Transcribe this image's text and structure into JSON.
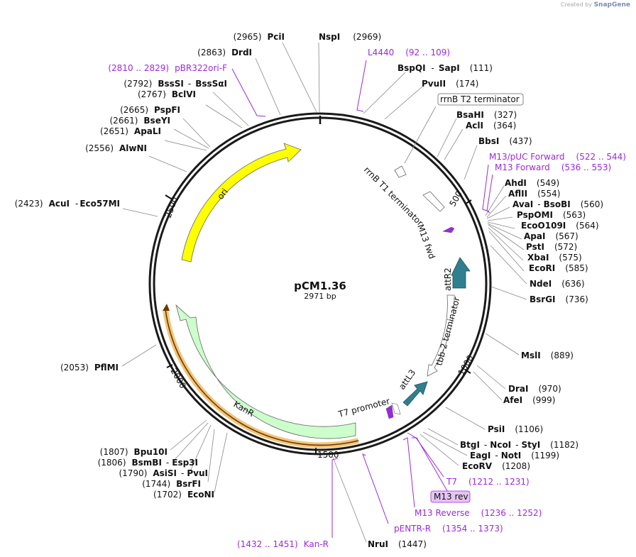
{
  "credit": {
    "created_by": "Created by",
    "brand": "SnapGene"
  },
  "plasmid": {
    "name": "pCM1.36",
    "size": "2971 bp"
  },
  "ticks": [
    "500",
    "1000",
    "1500",
    "2000",
    "2500"
  ],
  "features": {
    "ori": "ori",
    "kanr": "KanR",
    "attr2": "attR2",
    "tbb2": "tbb-2 terminator",
    "attl3": "attL3",
    "t7prom": "T7 promoter",
    "m13fwd": "M13 fwd",
    "rrnbt1": "rrnB T1 terminator",
    "rrnbt2": "rrnB T2 terminator"
  },
  "sites": {
    "nspi": {
      "name": "NspI",
      "pos": "(2969)"
    },
    "pcii": {
      "name": "PciI",
      "pos": "(2965)"
    },
    "drdi": {
      "name": "DrdI",
      "pos": "(2863)"
    },
    "bsssi": {
      "name": "BssSI",
      "sep": "-",
      "name2": "BssSαI",
      "pos": "(2792)"
    },
    "bclvi": {
      "name": "BclVI",
      "pos": "(2767)"
    },
    "pspfi": {
      "name": "PspFI",
      "pos": "(2665)"
    },
    "bseyi": {
      "name": "BseYI",
      "pos": "(2661)"
    },
    "apali": {
      "name": "ApaLI",
      "pos": "(2651)"
    },
    "alwni": {
      "name": "AlwNI",
      "pos": "(2556)"
    },
    "acui": {
      "name": "AcuI",
      "sep": "-",
      "name2": "Eco57MI",
      "pos": "(2423)"
    },
    "pflmi": {
      "name": "PflMI",
      "pos": "(2053)"
    },
    "bpu10i": {
      "name": "Bpu10I",
      "pos": "(1807)"
    },
    "bsmbi": {
      "name": "BsmBI",
      "sep": "-",
      "name2": "Esp3I",
      "pos": "(1806)"
    },
    "asisi": {
      "name": "AsiSI",
      "sep": "-",
      "name2": "PvuI",
      "pos": "(1790)"
    },
    "bsrfi": {
      "name": "BsrFI",
      "pos": "(1744)"
    },
    "econi": {
      "name": "EcoNI",
      "pos": "(1702)"
    },
    "nrui": {
      "name": "NruI",
      "pos": "(1447)"
    },
    "bspqi": {
      "name": "BspQI",
      "sep": "-",
      "name2": "SapI",
      "pos": "(111)"
    },
    "pvuii": {
      "name": "PvuII",
      "pos": "(174)"
    },
    "bsahi": {
      "name": "BsaHI",
      "pos": "(327)"
    },
    "acli": {
      "name": "AclI",
      "pos": "(364)"
    },
    "bbsi": {
      "name": "BbsI",
      "pos": "(437)"
    },
    "ahdi": {
      "name": "AhdI",
      "pos": "(549)"
    },
    "aflii": {
      "name": "AflII",
      "pos": "(554)"
    },
    "avai": {
      "name": "AvaI",
      "sep": "-",
      "name2": "BsoBI",
      "pos": "(560)"
    },
    "pspomi": {
      "name": "PspOMI",
      "pos": "(563)"
    },
    "eco0109i": {
      "name": "EcoO109I",
      "pos": "(564)"
    },
    "apai": {
      "name": "ApaI",
      "pos": "(567)"
    },
    "psti": {
      "name": "PstI",
      "pos": "(572)"
    },
    "xbai": {
      "name": "XbaI",
      "pos": "(575)"
    },
    "ecori": {
      "name": "EcoRI",
      "pos": "(585)"
    },
    "ndei": {
      "name": "NdeI",
      "pos": "(636)"
    },
    "bsrgi": {
      "name": "BsrGI",
      "pos": "(736)"
    },
    "msli": {
      "name": "MslI",
      "pos": "(889)"
    },
    "drai": {
      "name": "DraI",
      "pos": "(970)"
    },
    "afei": {
      "name": "AfeI",
      "pos": "(999)"
    },
    "psii": {
      "name": "PsiI",
      "pos": "(1106)"
    },
    "btgi": {
      "name": "BtgI",
      "sep": "-",
      "name2": "NcoI",
      "sep2": "-",
      "name3": "StyI",
      "pos": "(1182)"
    },
    "eagi": {
      "name": "EagI",
      "sep": "-",
      "name2": "NotI",
      "pos": "(1199)"
    },
    "ecorv": {
      "name": "EcoRV",
      "pos": "(1208)"
    }
  },
  "primers": {
    "l4440": {
      "name": "L4440",
      "range": "(92 .. 109)"
    },
    "pbr322": {
      "name": "pBR322ori-F",
      "range": "(2810 .. 2829)"
    },
    "m13puc": {
      "name": "M13/pUC Forward",
      "range": "(522 .. 544)"
    },
    "m13f": {
      "name": "M13 Forward",
      "range": "(536 .. 553)"
    },
    "t7": {
      "name": "T7",
      "range": "(1212 .. 1231)"
    },
    "m13rev": {
      "name": "M13 rev"
    },
    "m13r": {
      "name": "M13 Reverse",
      "range": "(1236 .. 1252)"
    },
    "pentr": {
      "name": "pENTR-R",
      "range": "(1354 .. 1373)"
    },
    "kanr": {
      "name": "Kan-R",
      "range": "(1432 .. 1451)"
    }
  },
  "colors": {
    "ori": "#ffff00",
    "kanr": "#ccffcc",
    "kanr_orf": "#f3c57a",
    "att": "#2f7f8f",
    "primer": "#9b2ad9",
    "terminator": "#ffffff"
  }
}
